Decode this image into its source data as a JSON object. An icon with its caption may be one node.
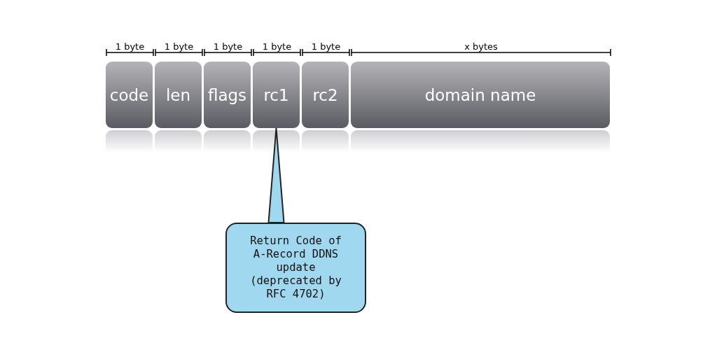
{
  "diagram": {
    "nodes": [
      {
        "text": [
          "code"
        ],
        "beside": [
          "1 byte"
        ]
      },
      {
        "text": [
          "len"
        ],
        "beside": [
          "1 byte"
        ]
      },
      {
        "text": [
          "flags"
        ],
        "beside": [
          "1 byte"
        ]
      },
      {
        "text": [
          "rc1"
        ],
        "beside": [
          "1 byte"
        ]
      },
      {
        "text": [
          "rc2"
        ],
        "beside": [
          "1 byte"
        ]
      },
      {
        "text": [
          "domain name"
        ],
        "beside": [
          "x bytes"
        ]
      },
      {
        "text": [
          "Return Code of A-Record DDNS update (deprecated by RFC 4702)"
        ]
      }
    ],
    "edges": [
      {
        "from": 6,
        "to": 3,
        "arrow": "none"
      }
    ]
  }
}
